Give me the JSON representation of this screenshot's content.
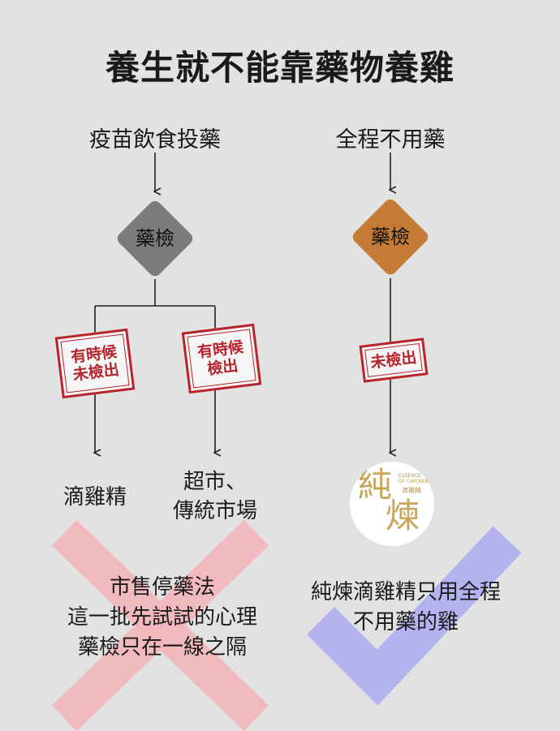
{
  "title": "養生就不能靠藥物養雞",
  "left": {
    "start_label": "疫苗飲食投藥",
    "check_label": "藥檢",
    "stamp_a_line1": "有時候",
    "stamp_a_line2": "未檢出",
    "stamp_b_line1": "有時候",
    "stamp_b_line2": "檢出",
    "outcome_a": "滴雞精",
    "outcome_b_line1": "超市、",
    "outcome_b_line2": "傳統市場",
    "note_line1": "市售停藥法",
    "note_line2": "這一批先試試的心理",
    "note_line3": "藥檢只在一線之隔",
    "diamond_color": "#7b7b7b",
    "mark_color": "#f2b8bd"
  },
  "right": {
    "start_label": "全程不用藥",
    "check_label": "藥檢",
    "stamp_line1": "未檢出",
    "logo_char1": "純",
    "logo_char2": "煉",
    "logo_en_line1": "ESSENCE",
    "logo_en_line2": "OF CHICKEN",
    "logo_brand": "滴雞精",
    "note_line1": "純煉滴雞精只用全程",
    "note_line2": "不用藥的雞",
    "diamond_color": "#c57a35",
    "mark_color": "#b3b3f0"
  }
}
